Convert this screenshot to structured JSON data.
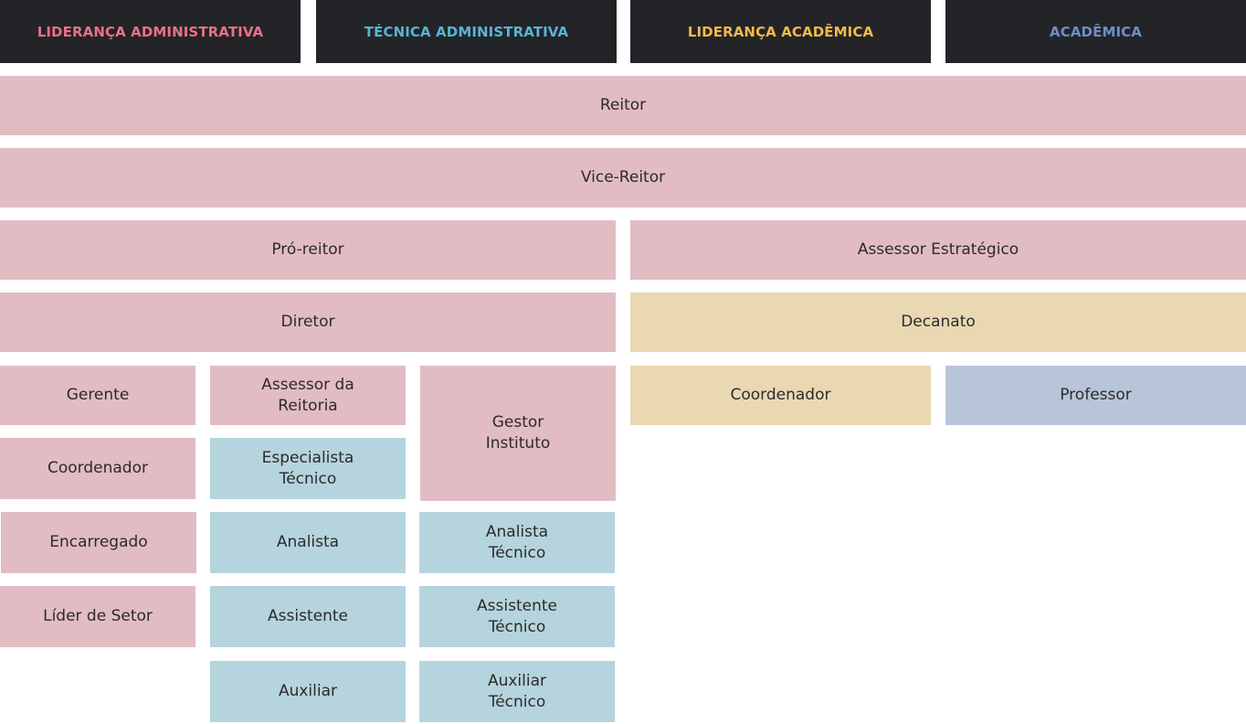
{
  "colors": {
    "header_bg": "#222428",
    "lideranca_administrativa": "#e8708a",
    "tecnica_administrativa": "#5ab4d0",
    "lideranca_academica": "#f2b84b",
    "academica": "#6f8ec4",
    "pink_box": "#e2bcc3",
    "teal_box": "#b5d4dd",
    "tan_box": "#ead8b3",
    "blue_box": "#b8c4d8"
  },
  "headers": {
    "lideranca_administrativa": "LIDERANÇA ADMINISTRATIVA",
    "tecnica_administrativa": "TÉCNICA ADMINISTRATIVA",
    "lideranca_academica": "LIDERANÇA ACADÊMICA",
    "academica": "ACADÊMICA"
  },
  "roles": {
    "reitor": "Reitor",
    "vice_reitor": "Vice-Reitor",
    "pro_reitor": "Pró-reitor",
    "assessor_estrategico": "Assessor Estratégico",
    "diretor": "Diretor",
    "decanato": "Decanato",
    "gerente": "Gerente",
    "assessor_reitoria_1": "Assessor da",
    "assessor_reitoria_2": "Reitoria",
    "gestor_instituto_1": "Gestor",
    "gestor_instituto_2": "Instituto",
    "coordenador_academico": "Coordenador",
    "professor": "Professor",
    "coordenador_admin": "Coordenador",
    "especialista_tecnico_1": "Especialista",
    "especialista_tecnico_2": "Técnico",
    "encarregado": "Encarregado",
    "analista": "Analista",
    "analista_tecnico_1": "Analista",
    "analista_tecnico_2": "Técnico",
    "lider_setor": "Líder de Setor",
    "assistente": "Assistente",
    "assistente_tecnico_1": "Assistente",
    "assistente_tecnico_2": "Técnico",
    "auxiliar": "Auxiliar",
    "auxiliar_tecnico_1": "Auxiliar",
    "auxiliar_tecnico_2": "Técnico"
  }
}
